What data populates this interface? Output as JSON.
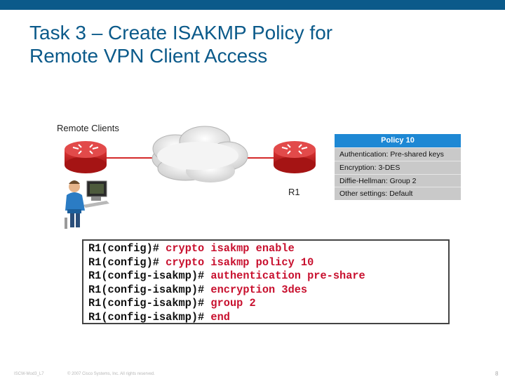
{
  "slide": {
    "title_line1": "Task 3 – Create ISAKMP Policy for",
    "title_line2": "Remote VPN Client Access"
  },
  "diagram": {
    "remote_clients_label": "Remote Clients",
    "router_label": "R1"
  },
  "policy_table": {
    "header": "Policy 10",
    "rows": [
      "Authentication: Pre-shared keys",
      "Encryption: 3-DES",
      "Diffie-Hellman: Group 2",
      "Other settings: Default"
    ]
  },
  "cli": {
    "lines": [
      {
        "prompt": "R1(config)# ",
        "command": "crypto isakmp enable"
      },
      {
        "prompt": "R1(config)# ",
        "command": "crypto isakmp policy 10"
      },
      {
        "prompt": "R1(config-isakmp)# ",
        "command": "authentication pre-share"
      },
      {
        "prompt": "R1(config-isakmp)# ",
        "command": "encryption 3des"
      },
      {
        "prompt": "R1(config-isakmp)# ",
        "command": "group 2"
      },
      {
        "prompt": "R1(config-isakmp)# ",
        "command": "end"
      }
    ]
  },
  "footer": {
    "course_code": "ISCW-Mod3_L7",
    "copyright": "© 2007 Cisco Systems, Inc. All rights reserved.",
    "page_number": "8"
  },
  "colors": {
    "brand_blue": "#0b5a8a",
    "policy_header": "#1e88d4",
    "command_red": "#c8102e",
    "router_red": "#d42a2a",
    "link_red": "#d42a2a"
  }
}
